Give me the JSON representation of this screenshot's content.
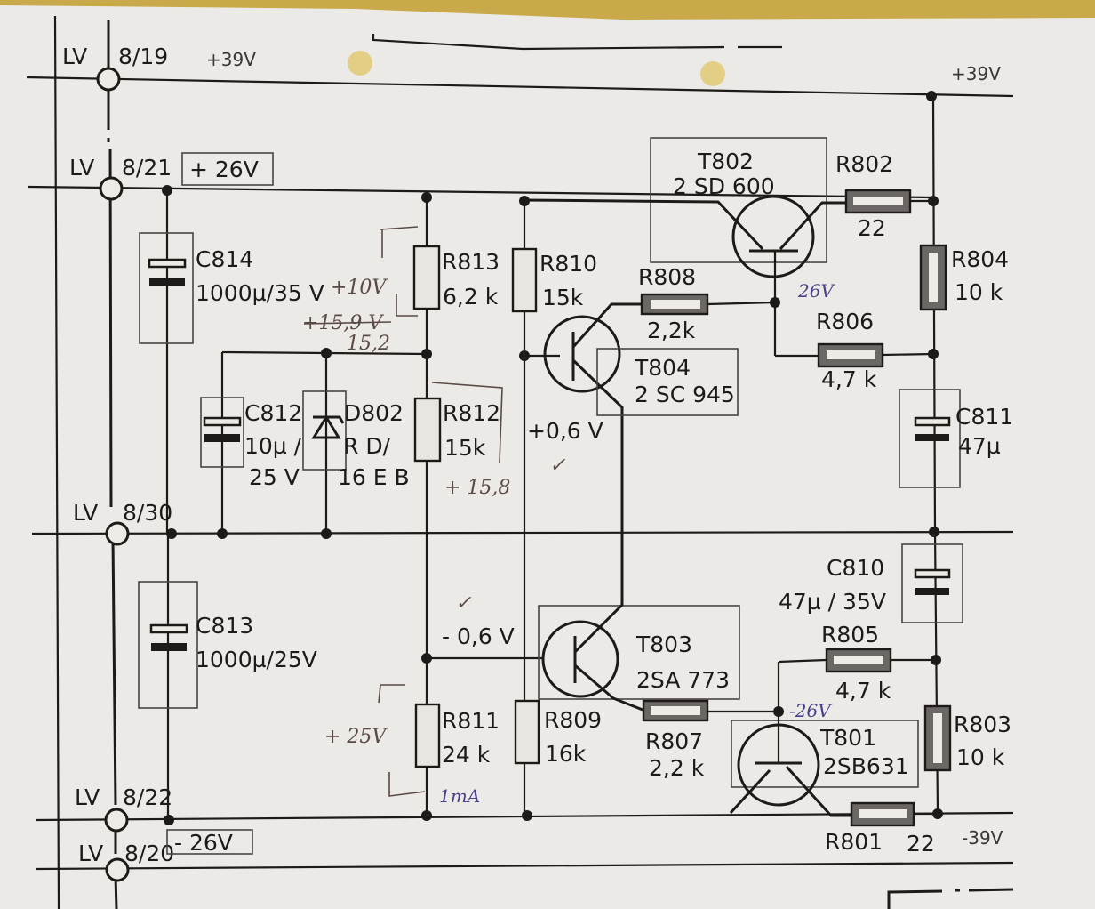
{
  "colors": {
    "paper": "#eceae6",
    "ink": "#1e1a18",
    "background_tape": "#c9a94a",
    "pencil": "#5a4a46",
    "blue_pen": "#4a3f8c"
  },
  "terminals": [
    {
      "prefix": "LV",
      "pin": "8/19",
      "rail": "+39V"
    },
    {
      "prefix": "LV",
      "pin": "8/21",
      "rail": "+26V"
    },
    {
      "prefix": "LV",
      "pin": "8/30",
      "rail": ""
    },
    {
      "prefix": "LV",
      "pin": "8/22",
      "rail": ""
    },
    {
      "prefix": "LV",
      "pin": "8/20",
      "rail": "- 26V"
    }
  ],
  "rails": {
    "top_left": "+39V",
    "top_right": "+39V",
    "bottom_right": "-39V",
    "plus26_box": "+ 26V",
    "minus26_box": "- 26V"
  },
  "components": {
    "C814": {
      "ref": "C814",
      "value": "1000µ/35 V"
    },
    "C813": {
      "ref": "C813",
      "value": "1000µ/25V"
    },
    "C812": {
      "ref": "C812",
      "value1": "10µ /",
      "value2": "25 V"
    },
    "D802": {
      "ref": "D802",
      "value1": "R D/",
      "value2": "16 E B"
    },
    "R813": {
      "ref": "R813",
      "value": "6,2 k"
    },
    "R812": {
      "ref": "R812",
      "value": "15k"
    },
    "R811": {
      "ref": "R811",
      "value": "24 k"
    },
    "R810": {
      "ref": "R810",
      "value": "15k"
    },
    "R809": {
      "ref": "R809",
      "value": "16k"
    },
    "R808": {
      "ref": "R808",
      "value": "2,2k"
    },
    "R807": {
      "ref": "R807",
      "value": "2,2 k"
    },
    "R806": {
      "ref": "R806",
      "value": "4,7 k"
    },
    "R805": {
      "ref": "R805",
      "value": "4,7 k"
    },
    "R804": {
      "ref": "R804",
      "value": "10 k"
    },
    "R803": {
      "ref": "R803",
      "value": "10 k"
    },
    "R802": {
      "ref": "R802",
      "value": "22"
    },
    "R801": {
      "ref": "R801",
      "value": "22"
    },
    "C811": {
      "ref": "C811",
      "value": "47µ"
    },
    "C810": {
      "ref": "C810",
      "value": "47µ / 35V"
    },
    "T802": {
      "ref": "T802",
      "type": "2 SD 600"
    },
    "T804": {
      "ref": "T804",
      "type": "2 SC 945"
    },
    "T803": {
      "ref": "T803",
      "type": "2SA 773"
    },
    "T801": {
      "ref": "T801",
      "type": "2SB631"
    }
  },
  "printed_annotations": {
    "t804_base": "+0,6 V",
    "t803_base": "- 0,6 V"
  },
  "handwritten": {
    "r813_top": "+10V",
    "zener_old": "+15,9 V",
    "zener_new": "15,2",
    "r812_bottom": "+ 15,8",
    "r811_side": "+ 25V",
    "r811_current": "1mA",
    "t802_collector": "26V",
    "t801_collector": "-26V",
    "check_mark": "✓"
  }
}
